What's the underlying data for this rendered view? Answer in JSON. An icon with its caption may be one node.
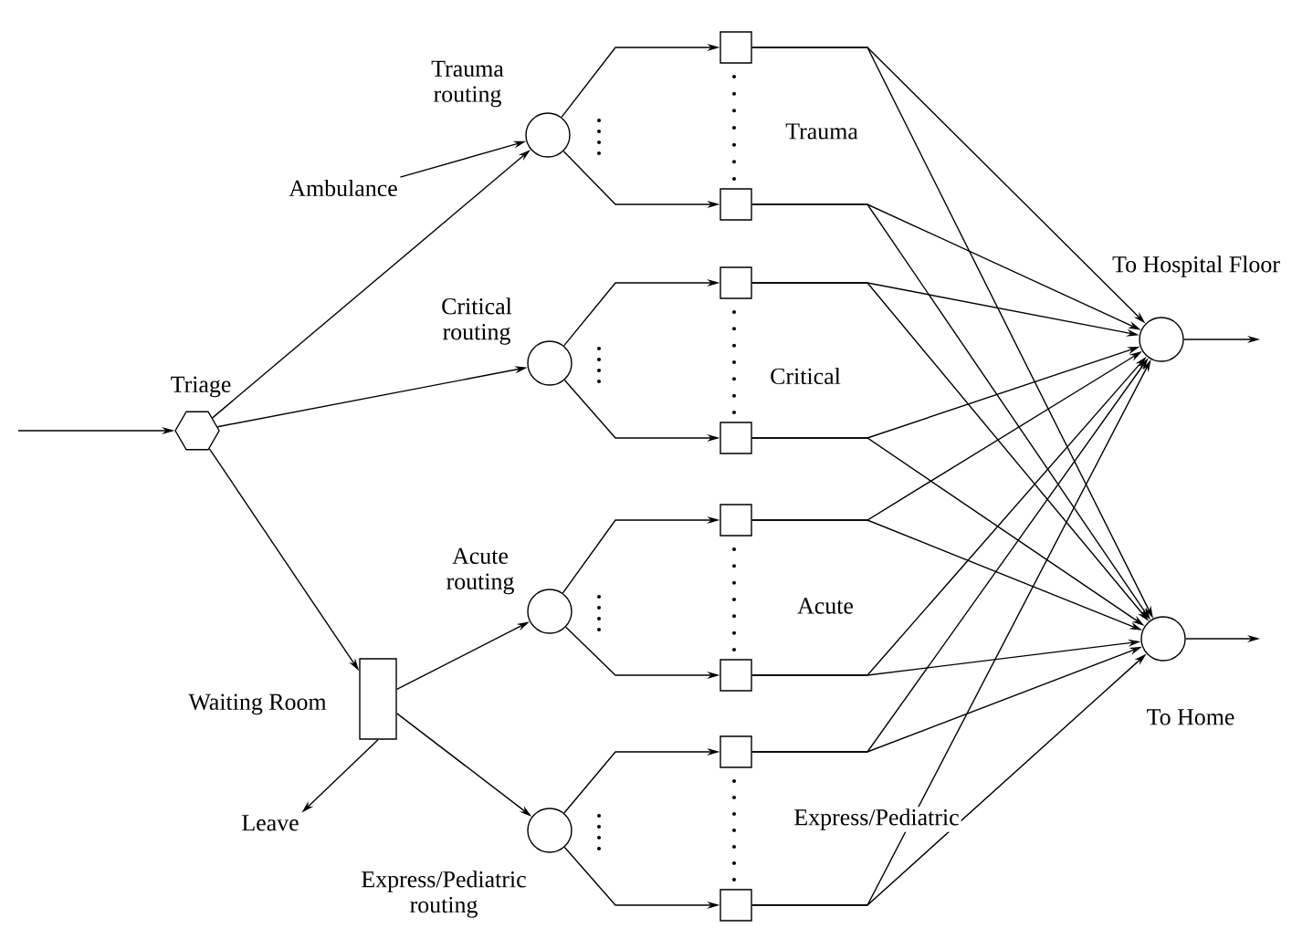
{
  "diagram": {
    "nodes": [
      {
        "text": [
          "Triage"
        ]
      },
      {
        "text": [
          "Ambulance"
        ]
      },
      {
        "text": [
          "Waiting Room"
        ]
      },
      {
        "text": [
          "Leave"
        ]
      },
      {
        "text": [
          "Trauma routing"
        ]
      },
      {
        "text": [
          "Critical routing"
        ]
      },
      {
        "text": [
          "Acute routing"
        ]
      },
      {
        "text": [
          "Express/Pediatric routing"
        ]
      },
      {
        "text": [],
        "shape": "box"
      },
      {
        "text": [],
        "shape": "box"
      },
      {
        "text": [],
        "shape": "box"
      },
      {
        "text": [],
        "shape": "box"
      },
      {
        "text": [],
        "shape": "box"
      },
      {
        "text": [],
        "shape": "box"
      },
      {
        "text": [],
        "shape": "box"
      },
      {
        "text": [],
        "shape": "box"
      },
      {
        "text": [
          "To Hospital Floor"
        ]
      },
      {
        "text": [
          "To Home"
        ]
      }
    ],
    "edges": [
      {
        "from": null,
        "to": 0,
        "arrow": "to"
      },
      {
        "from": 1,
        "to": 4,
        "arrow": "to"
      },
      {
        "from": 0,
        "to": 4,
        "arrow": "to"
      },
      {
        "from": 0,
        "to": 5,
        "arrow": "to"
      },
      {
        "from": 0,
        "to": 2,
        "arrow": "to"
      },
      {
        "from": 2,
        "to": 3,
        "arrow": "to"
      },
      {
        "from": 2,
        "to": 6,
        "arrow": "to"
      },
      {
        "from": 2,
        "to": 7,
        "arrow": "to"
      },
      {
        "from": 4,
        "to": 8,
        "arrow": "to"
      },
      {
        "from": 4,
        "to": 9,
        "arrow": "to"
      },
      {
        "from": 5,
        "to": 10,
        "arrow": "to"
      },
      {
        "from": 5,
        "to": 11,
        "arrow": "to"
      },
      {
        "from": 6,
        "to": 12,
        "arrow": "to"
      },
      {
        "from": 6,
        "to": 13,
        "arrow": "to"
      },
      {
        "from": 7,
        "to": 14,
        "arrow": "to"
      },
      {
        "from": 7,
        "to": 15,
        "arrow": "to"
      },
      {
        "from": 8,
        "to": 16,
        "arrow": "to"
      },
      {
        "from": 8,
        "to": 17,
        "arrow": "to"
      },
      {
        "from": 9,
        "to": 16,
        "arrow": "to"
      },
      {
        "from": 9,
        "to": 17,
        "arrow": "to"
      },
      {
        "from": 10,
        "to": 16,
        "arrow": "to"
      },
      {
        "from": 10,
        "to": 17,
        "arrow": "to"
      },
      {
        "from": 11,
        "to": 16,
        "arrow": "to"
      },
      {
        "from": 11,
        "to": 17,
        "arrow": "to"
      },
      {
        "from": 12,
        "to": 16,
        "arrow": "to"
      },
      {
        "from": 12,
        "to": 17,
        "arrow": "to"
      },
      {
        "from": 13,
        "to": 16,
        "arrow": "to"
      },
      {
        "from": 13,
        "to": 17,
        "arrow": "to"
      },
      {
        "from": 14,
        "to": 16,
        "arrow": "to"
      },
      {
        "from": 14,
        "to": 17,
        "arrow": "to"
      },
      {
        "from": 15,
        "to": 16,
        "arrow": "to"
      },
      {
        "from": 15,
        "to": 17,
        "arrow": "to"
      },
      {
        "from": 16,
        "to": null,
        "arrow": "to"
      },
      {
        "from": 17,
        "to": null,
        "arrow": "to"
      }
    ],
    "labels": [
      "Trauma",
      "Critical",
      "Acute",
      "Express/Pediatric"
    ]
  }
}
